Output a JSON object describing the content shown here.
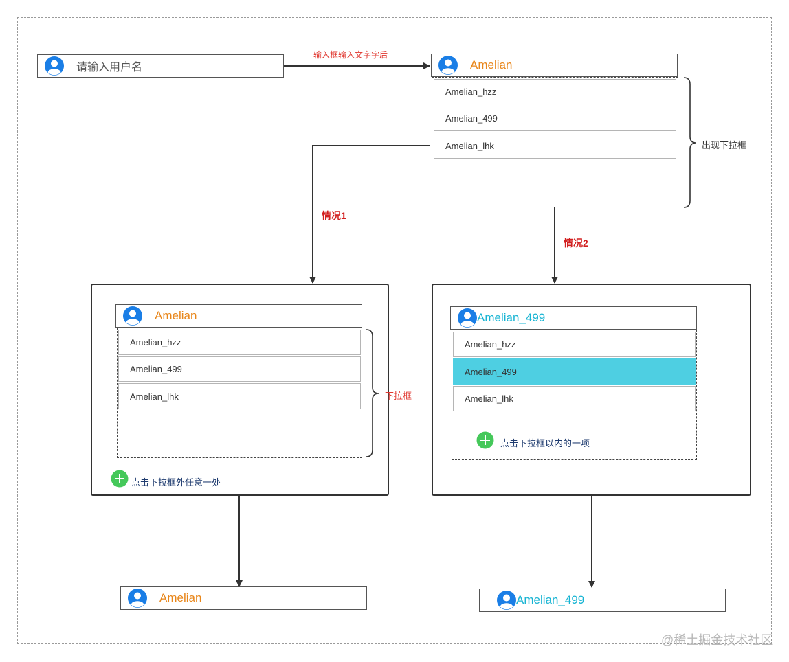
{
  "top_input": {
    "placeholder": "请输入用户名"
  },
  "step_label": "输入框输入文字字后",
  "dropdown_top": {
    "input_value": "Amelian",
    "items": [
      "Amelian_hzz",
      "Amelian_499",
      "Amelian_lhk"
    ],
    "brace_label": "出现下拉框"
  },
  "case1": {
    "label": "情况1",
    "input_value": "Amelian",
    "items": [
      "Amelian_hzz",
      "Amelian_499",
      "Amelian_lhk"
    ],
    "brace_label": "下拉框",
    "action": "点击下拉框外任意一处",
    "result_value": "Amelian"
  },
  "case2": {
    "label": "情况2",
    "input_value": "Amelian_499",
    "items": [
      "Amelian_hzz",
      "Amelian_499",
      "Amelian_lhk"
    ],
    "selected_index": 1,
    "action": "点击下拉框以内的一项",
    "result_value": "Amelian_499"
  },
  "watermark": "@稀土掘金技术社区",
  "colors": {
    "orange": "#e8861a",
    "cyan": "#17b4d3",
    "red": "#d21f1f",
    "highlight": "#4ecfe2",
    "green": "#45c85a",
    "avatar": "#1a7ee6"
  }
}
